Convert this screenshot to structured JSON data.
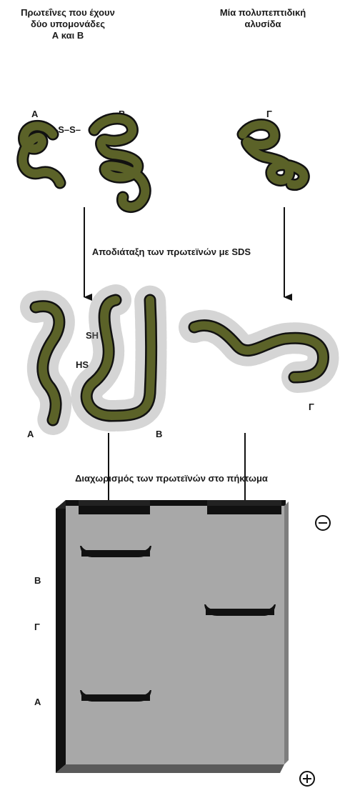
{
  "headings": {
    "left": "Πρωτεΐνες που έχουν\nδύο υπομονάδες\nΑ και Β",
    "right": "Μία πολυπεπτιδική\nαλυσίδα"
  },
  "labels": {
    "subunit_a": "Α",
    "subunit_b": "Β",
    "chain_g": "Γ",
    "disulfide": "–S–S–",
    "sh": "SH",
    "hs": "HS"
  },
  "steps": {
    "denature": "Αποδιάταξη των πρωτεϊνών με SDS",
    "separate": "Διαχωρισμός των πρωτεϊνών στο πήκτωμα"
  },
  "gel": {
    "band_labels": [
      "Β",
      "Γ",
      "Α"
    ],
    "pole_negative": "−",
    "pole_positive": "+"
  },
  "colors": {
    "chain_fill": "#5b6228",
    "chain_outline": "#111111",
    "gel_fill": "#a8a8a8",
    "gel_edge": "#111111"
  }
}
